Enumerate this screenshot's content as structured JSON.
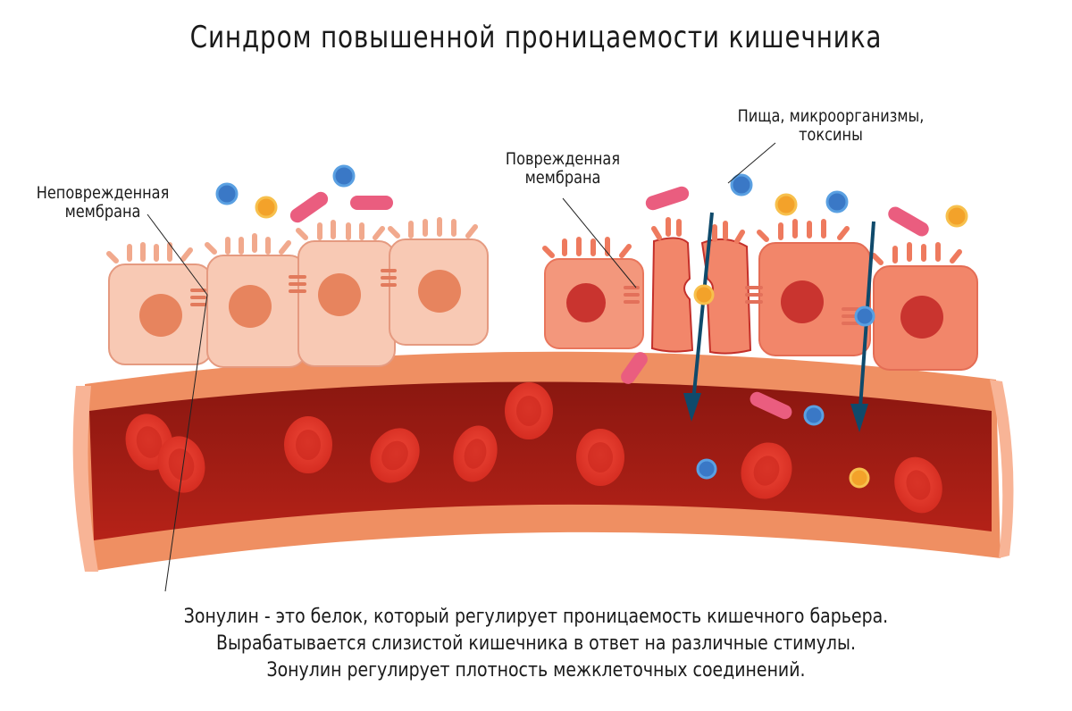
{
  "title": "Синдром повышенной проницаемости кишечника",
  "labels": {
    "intact_membrane": [
      "Неповрежденная",
      "мембрана"
    ],
    "damaged_membrane": [
      "Поврежденная",
      "мембрана"
    ],
    "food_microbes_toxins": [
      "Пища, микроорганизмы,",
      "токсины"
    ]
  },
  "caption": [
    "Зонулин - это белок, который регулирует проницаемость кишечного барьера.",
    "Вырабатывается слизистой кишечника в ответ на различные стимулы.",
    "Зонулин регулирует плотность межклеточных соединений."
  ],
  "colors": {
    "healthy_cell": "#f8c9b4",
    "healthy_cell_border": "#e59a80",
    "damaged_cell": "#f2866a",
    "damaged_cell_border": "#c4302a",
    "vessel_wall": "#ef8f62",
    "vessel_lumen": "#9e1a14",
    "rbc": "#e03a2c",
    "arrow": "#0f4a6b",
    "bacteria": "#ea5d7f",
    "microbe_blue": "#3a78c6",
    "microbe_orange": "#f3a22a"
  }
}
